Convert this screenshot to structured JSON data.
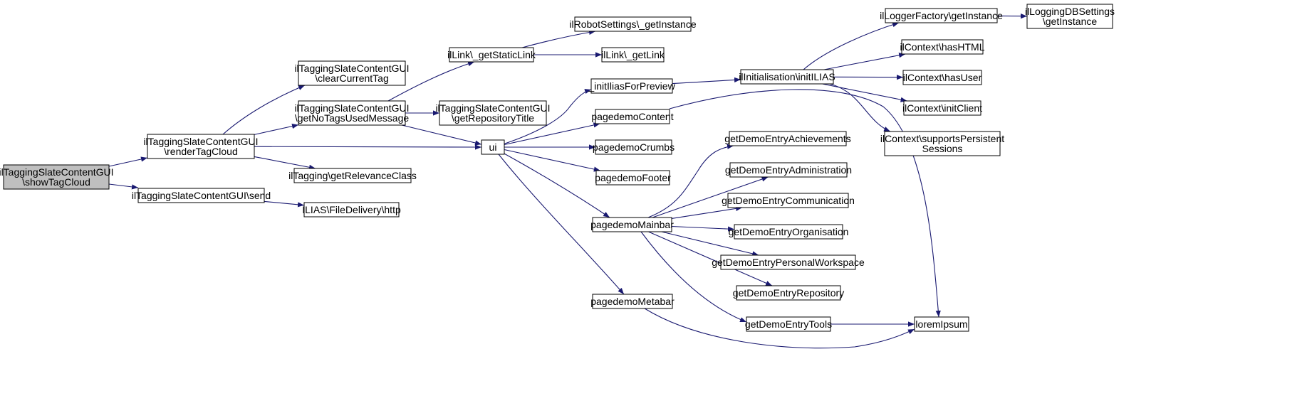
{
  "colors": {
    "edge": "#191970",
    "root_fill": "#bfbfbf",
    "node_fill": "#ffffff",
    "node_border": "#000000"
  },
  "nodes": [
    {
      "id": "showTagCloud",
      "lines": [
        "ilTaggingSlateContentGUI",
        "\\showTagCloud"
      ],
      "root": true
    },
    {
      "id": "renderTagCloud",
      "lines": [
        "ilTaggingSlateContentGUI",
        "\\renderTagCloud"
      ]
    },
    {
      "id": "send",
      "lines": [
        "ilTaggingSlateContentGUI\\send"
      ]
    },
    {
      "id": "clearCurrentTag",
      "lines": [
        "ilTaggingSlateContentGUI",
        "\\clearCurrentTag"
      ]
    },
    {
      "id": "getNoTagsUsedMessage",
      "lines": [
        "ilTaggingSlateContentGUI",
        "\\getNoTagsUsedMessage"
      ]
    },
    {
      "id": "getRelevanceClass",
      "lines": [
        "ilTagging\\getRelevanceClass"
      ]
    },
    {
      "id": "fileDeliveryHttp",
      "lines": [
        "ILIAS\\FileDelivery\\http"
      ]
    },
    {
      "id": "getStaticLink",
      "lines": [
        "ilLink\\_getStaticLink"
      ]
    },
    {
      "id": "getRepositoryTitle",
      "lines": [
        "ilTaggingSlateContentGUI",
        "\\getRepositoryTitle"
      ]
    },
    {
      "id": "ui",
      "lines": [
        "ui"
      ]
    },
    {
      "id": "robotSettings",
      "lines": [
        "ilRobotSettings\\_getInstance"
      ]
    },
    {
      "id": "getLink",
      "lines": [
        "ilLink\\_getLink"
      ]
    },
    {
      "id": "initIliasForPreview",
      "lines": [
        "_initIliasForPreview"
      ]
    },
    {
      "id": "pagedemoContent",
      "lines": [
        "pagedemoContent"
      ]
    },
    {
      "id": "pagedemoCrumbs",
      "lines": [
        "pagedemoCrumbs"
      ]
    },
    {
      "id": "pagedemoFooter",
      "lines": [
        "pagedemoFooter"
      ]
    },
    {
      "id": "pagedemoMainbar",
      "lines": [
        "pagedemoMainbar"
      ]
    },
    {
      "id": "pagedemoMetabar",
      "lines": [
        "pagedemoMetabar"
      ]
    },
    {
      "id": "initILIAS",
      "lines": [
        "ilInitialisation\\initILIAS"
      ]
    },
    {
      "id": "loggerFactory",
      "lines": [
        "ilLoggerFactory\\getInstance"
      ]
    },
    {
      "id": "loggingDB",
      "lines": [
        "ilLoggingDBSettings",
        "\\getInstance"
      ]
    },
    {
      "id": "hasHTML",
      "lines": [
        "ilContext\\hasHTML"
      ]
    },
    {
      "id": "hasUser",
      "lines": [
        "ilContext\\hasUser"
      ]
    },
    {
      "id": "initClient",
      "lines": [
        "ilContext\\initClient"
      ]
    },
    {
      "id": "supportsPersistent",
      "lines": [
        "ilContext\\supportsPersistent",
        "Sessions"
      ]
    },
    {
      "id": "achievements",
      "lines": [
        "getDemoEntryAchievements"
      ]
    },
    {
      "id": "administration",
      "lines": [
        "getDemoEntryAdministration"
      ]
    },
    {
      "id": "communication",
      "lines": [
        "getDemoEntryCommunication"
      ]
    },
    {
      "id": "organisation",
      "lines": [
        "getDemoEntryOrganisation"
      ]
    },
    {
      "id": "personalWorkspace",
      "lines": [
        "getDemoEntryPersonalWorkspace"
      ]
    },
    {
      "id": "repository",
      "lines": [
        "getDemoEntryRepository"
      ]
    },
    {
      "id": "tools",
      "lines": [
        "getDemoEntryTools"
      ]
    },
    {
      "id": "loremIpsum",
      "lines": [
        "loremIpsum"
      ]
    }
  ],
  "edges": [
    [
      "showTagCloud",
      "renderTagCloud"
    ],
    [
      "showTagCloud",
      "send"
    ],
    [
      "renderTagCloud",
      "clearCurrentTag"
    ],
    [
      "renderTagCloud",
      "getNoTagsUsedMessage"
    ],
    [
      "renderTagCloud",
      "ui"
    ],
    [
      "renderTagCloud",
      "getRelevanceClass"
    ],
    [
      "send",
      "fileDeliveryHttp"
    ],
    [
      "getNoTagsUsedMessage",
      "getStaticLink"
    ],
    [
      "getNoTagsUsedMessage",
      "getRepositoryTitle"
    ],
    [
      "getNoTagsUsedMessage",
      "ui"
    ],
    [
      "getStaticLink",
      "robotSettings"
    ],
    [
      "getStaticLink",
      "getLink"
    ],
    [
      "ui",
      "initIliasForPreview"
    ],
    [
      "ui",
      "pagedemoContent"
    ],
    [
      "ui",
      "pagedemoCrumbs"
    ],
    [
      "ui",
      "pagedemoFooter"
    ],
    [
      "ui",
      "pagedemoMainbar"
    ],
    [
      "ui",
      "pagedemoMetabar"
    ],
    [
      "initIliasForPreview",
      "initILIAS"
    ],
    [
      "initILIAS",
      "loggerFactory"
    ],
    [
      "initILIAS",
      "hasHTML"
    ],
    [
      "initILIAS",
      "hasUser"
    ],
    [
      "initILIAS",
      "initClient"
    ],
    [
      "initILIAS",
      "supportsPersistent"
    ],
    [
      "loggerFactory",
      "loggingDB"
    ],
    [
      "pagedemoContent",
      "loremIpsum"
    ],
    [
      "pagedemoMainbar",
      "achievements"
    ],
    [
      "pagedemoMainbar",
      "administration"
    ],
    [
      "pagedemoMainbar",
      "communication"
    ],
    [
      "pagedemoMainbar",
      "organisation"
    ],
    [
      "pagedemoMainbar",
      "personalWorkspace"
    ],
    [
      "pagedemoMainbar",
      "repository"
    ],
    [
      "pagedemoMainbar",
      "tools"
    ],
    [
      "pagedemoMetabar",
      "loremIpsum"
    ],
    [
      "tools",
      "loremIpsum"
    ]
  ]
}
